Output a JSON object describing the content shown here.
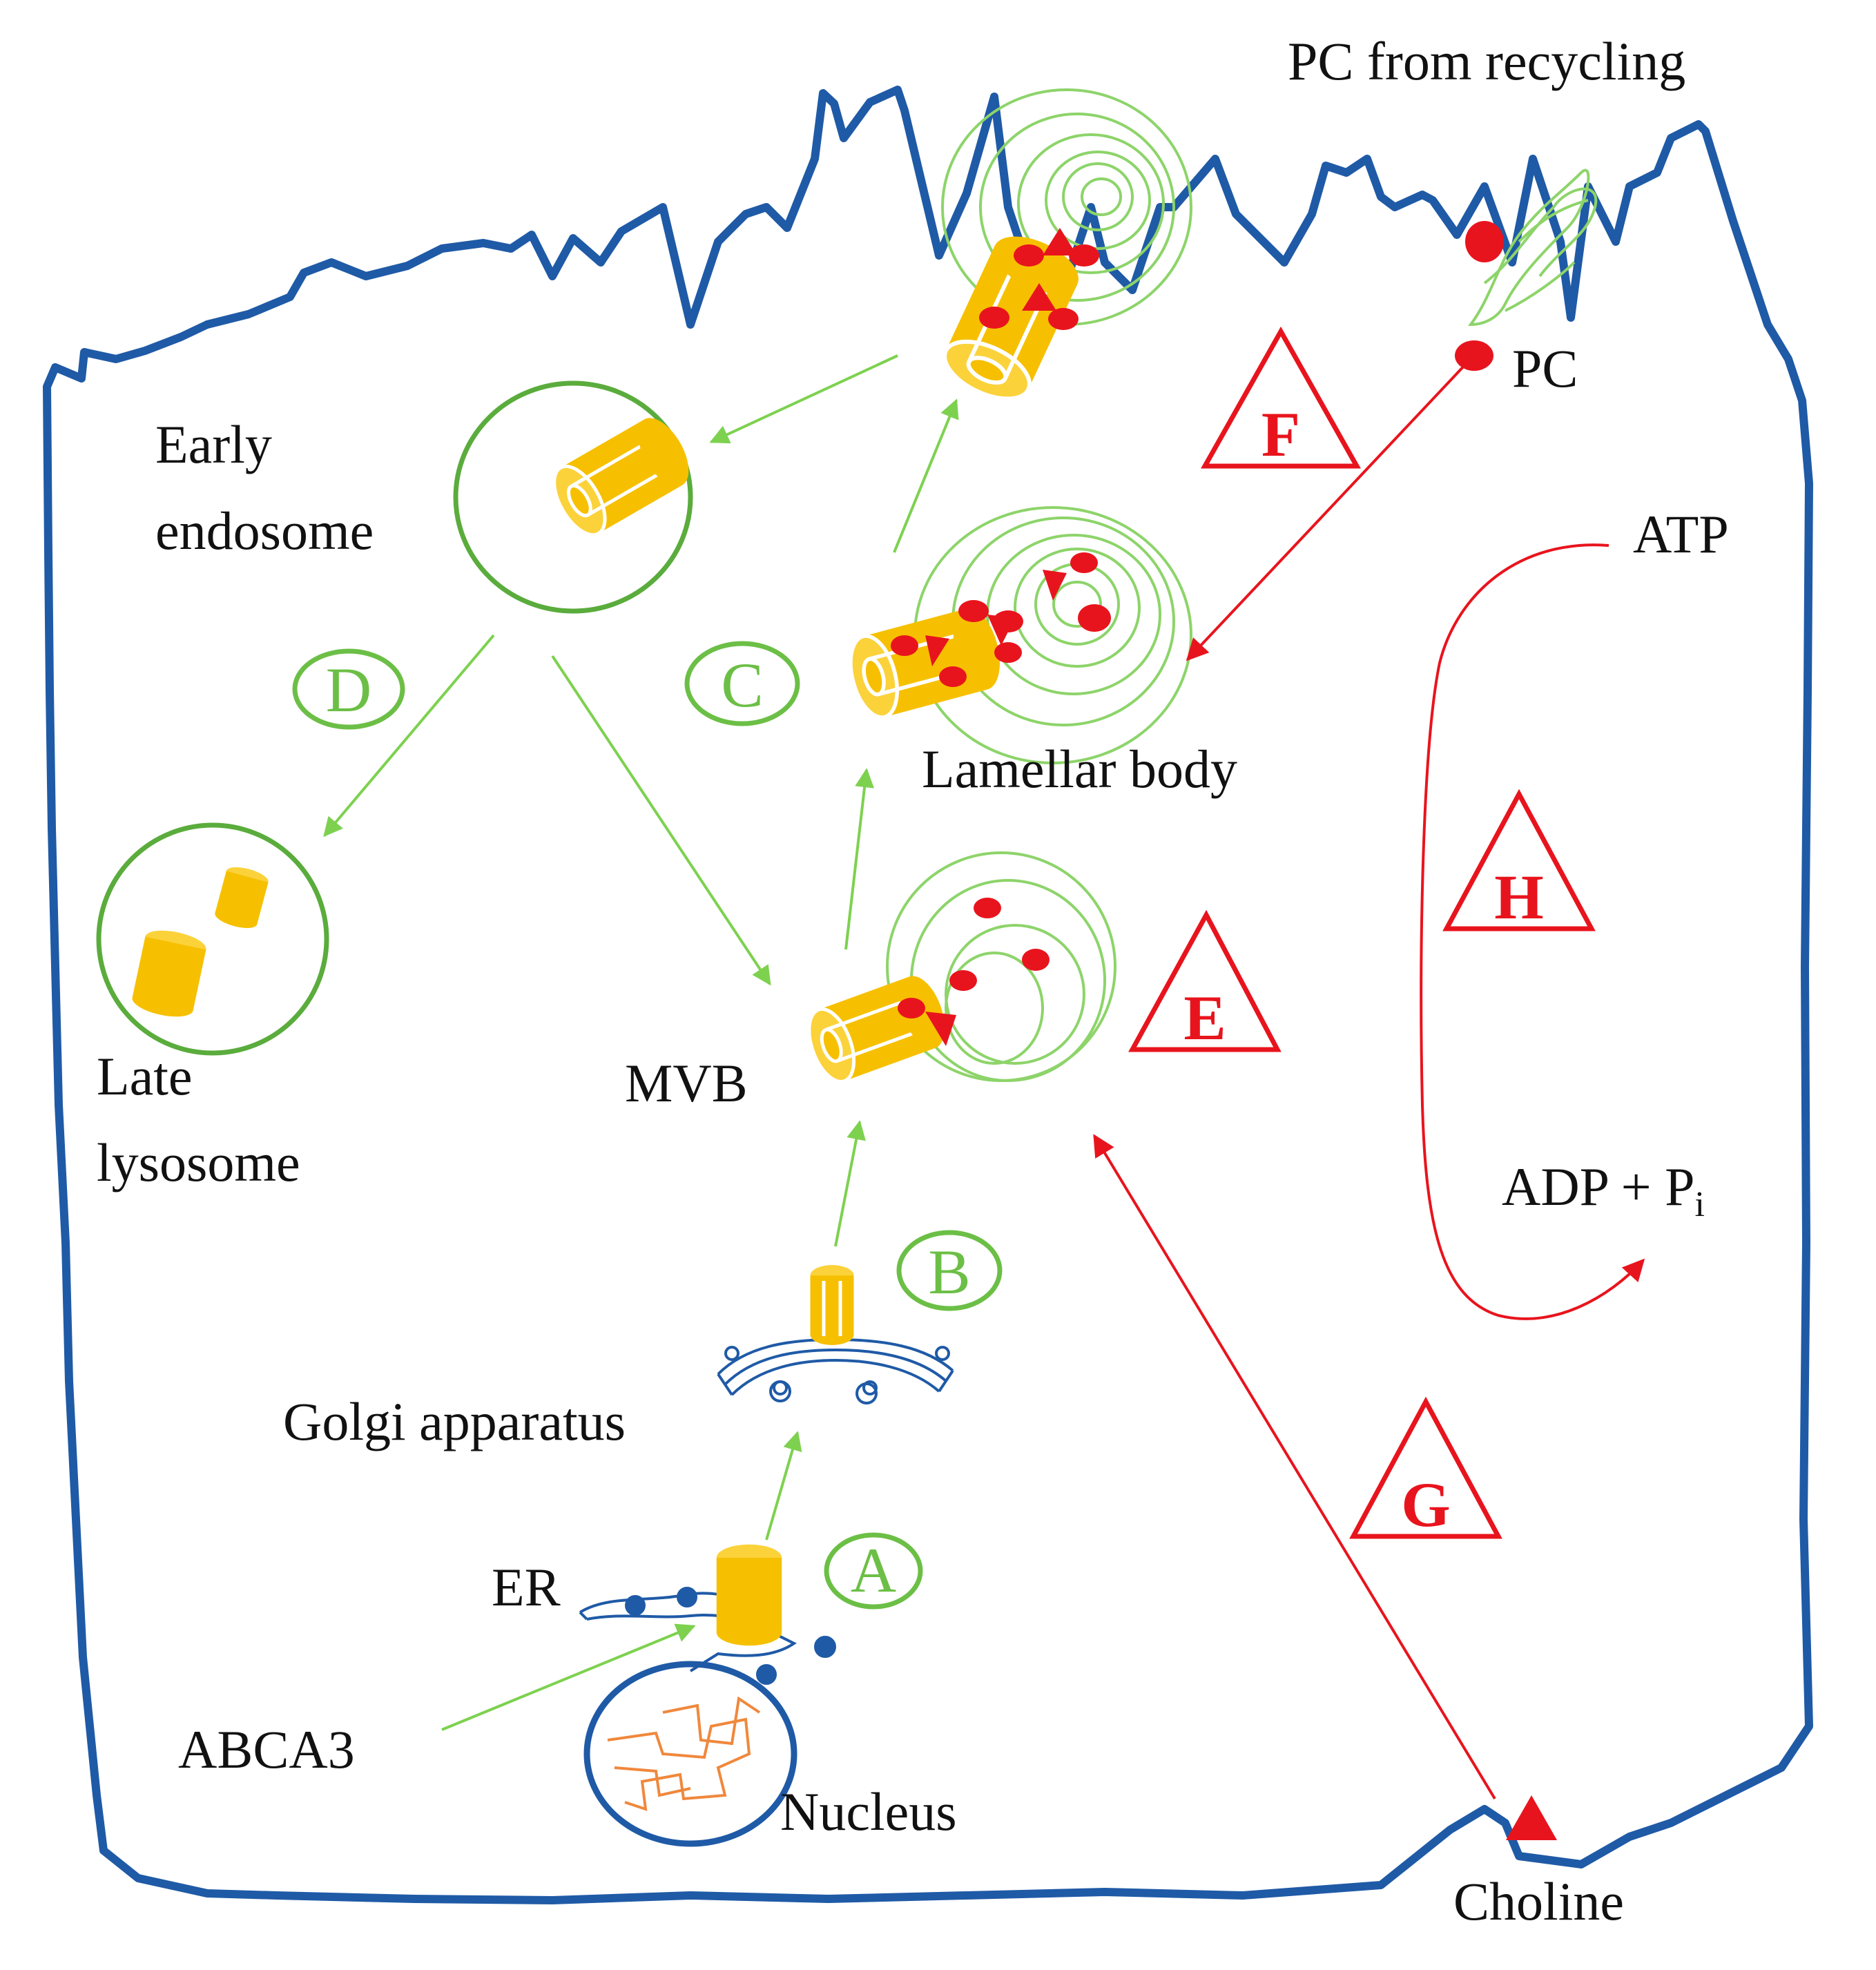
{
  "labels": {
    "pc_recycling": "PC from recycling",
    "pc": "PC",
    "early": "Early",
    "endosome": "endosome",
    "atp": "ATP",
    "lamellar_body": "Lamellar body",
    "late": "Late",
    "lysosome": "lysosome",
    "mvb": "MVB",
    "adp": "ADP + P",
    "adp_sub": "i",
    "golgi": "Golgi apparatus",
    "er": "ER",
    "abca3": "ABCA3",
    "nucleus": "Nucleus",
    "choline": "Choline"
  },
  "steps": {
    "A": "A",
    "B": "B",
    "C": "C",
    "D": "D",
    "E": "E",
    "F": "F",
    "G": "G",
    "H": "H"
  },
  "colors": {
    "membrane": "#1f5aa6",
    "vesicle_green": "#5aac3c",
    "arrow_green": "#7dd14f",
    "transporter": "#f6c000",
    "lipid_red": "#e8141d",
    "nucleus_dna": "#f0883c"
  }
}
